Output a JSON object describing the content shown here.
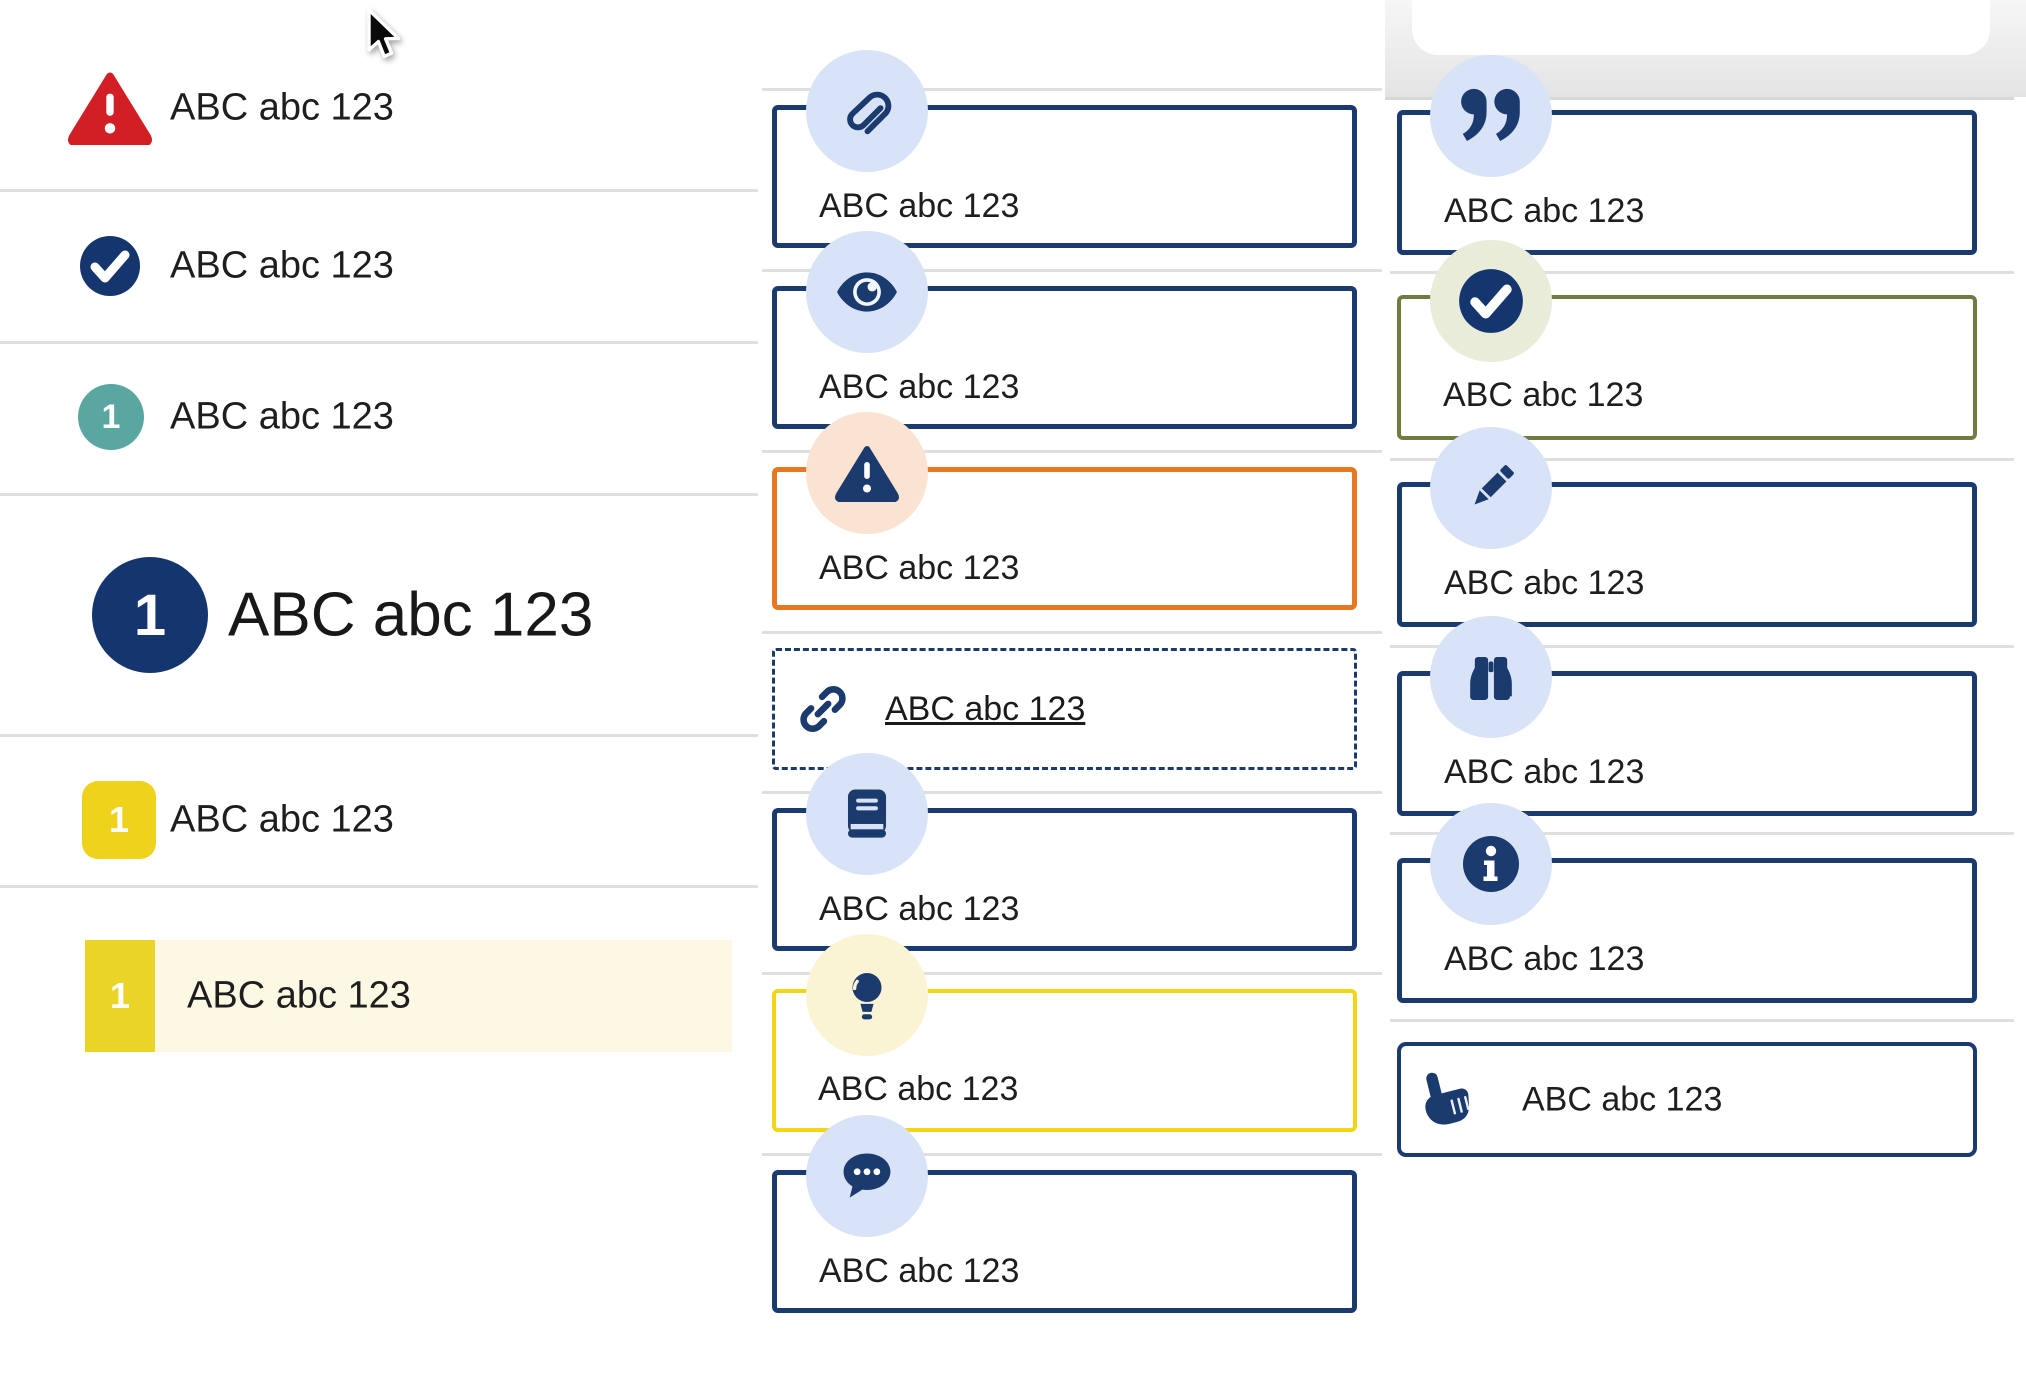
{
  "colors": {
    "navy": "#1b3a6e",
    "red": "#d21f26",
    "teal": "#5aa7a1",
    "yellow_badge": "#eed21c",
    "highlight_bar": "#e9d427",
    "highlight_bg": "#fcf8e4",
    "orange_border": "#e87722",
    "yellow_border": "#f3d513",
    "olive_border": "#6f7c41",
    "icon_circle_blue": "#d9e3f7",
    "icon_circle_peach": "#fbe3d1",
    "icon_circle_pale_yellow": "#fbf4d4",
    "icon_circle_pale_green": "#e8ecd9",
    "divider": "#dfdfdf"
  },
  "left_list": {
    "items": [
      {
        "icon": "warning-triangle-icon",
        "label": "ABC abc 123"
      },
      {
        "icon": "check-circle-icon",
        "label": "ABC abc 123"
      },
      {
        "icon": "teal-number-badge",
        "badge": "1",
        "label": "ABC abc 123"
      },
      {
        "icon": "navy-number-badge",
        "badge": "1",
        "label": "ABC abc 123"
      },
      {
        "icon": "yellow-number-badge",
        "badge": "1",
        "label": "ABC abc 123"
      },
      {
        "icon": "yellow-number-bar",
        "badge": "1",
        "label": "ABC abc 123",
        "state": "highlighted"
      }
    ]
  },
  "middle_callouts": {
    "items": [
      {
        "icon": "paperclip-icon",
        "label": "ABC abc 123",
        "variant": "navy"
      },
      {
        "icon": "eye-icon",
        "label": "ABC abc 123",
        "variant": "navy"
      },
      {
        "icon": "warning-triangle-icon",
        "label": "ABC abc 123",
        "variant": "orange"
      },
      {
        "icon": "link-icon",
        "label": "ABC abc 123",
        "variant": "dashed-link"
      },
      {
        "icon": "book-icon",
        "label": "ABC abc 123",
        "variant": "navy"
      },
      {
        "icon": "lightbulb-icon",
        "label": "ABC abc 123",
        "variant": "yellow"
      },
      {
        "icon": "comment-dots-icon",
        "label": "ABC abc 123",
        "variant": "navy"
      }
    ]
  },
  "right_callouts": {
    "items": [
      {
        "icon": "quote-right-icon",
        "label": "ABC abc 123",
        "variant": "navy"
      },
      {
        "icon": "check-circle-icon",
        "label": "ABC abc 123",
        "variant": "olive"
      },
      {
        "icon": "pencil-icon",
        "label": "ABC abc 123",
        "variant": "navy"
      },
      {
        "icon": "binoculars-icon",
        "label": "ABC abc 123",
        "variant": "navy"
      },
      {
        "icon": "info-circle-icon",
        "label": "ABC abc 123",
        "variant": "navy"
      },
      {
        "icon": "hand-point-up-icon",
        "label": "ABC abc 123",
        "variant": "navy-inline"
      }
    ]
  }
}
